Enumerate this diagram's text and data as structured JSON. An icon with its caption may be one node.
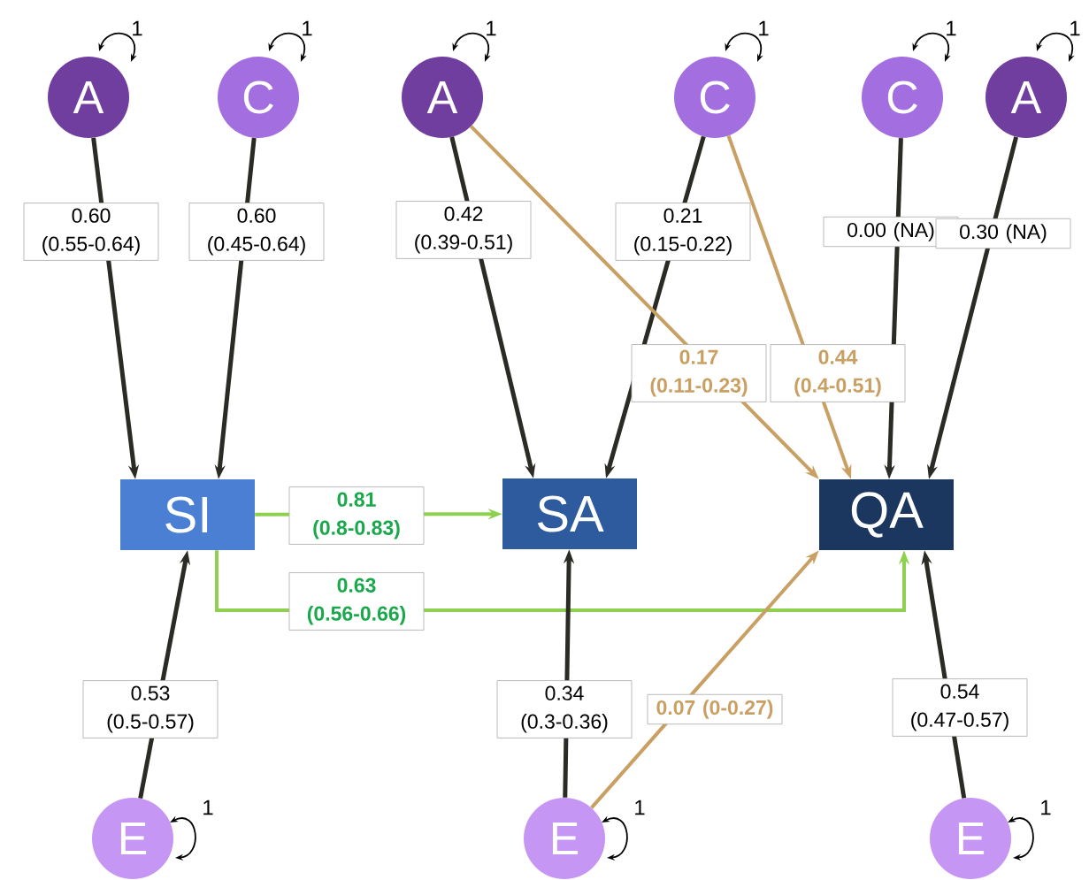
{
  "diagram": {
    "nodes": [
      {
        "text": [
          "A"
        ]
      },
      {
        "text": [
          "C"
        ]
      },
      {
        "text": [
          "A"
        ]
      },
      {
        "text": [
          "C"
        ]
      },
      {
        "text": [
          "C"
        ]
      },
      {
        "text": [
          "A"
        ]
      },
      {
        "text": [
          "SI"
        ]
      },
      {
        "text": [
          "SA"
        ]
      },
      {
        "text": [
          "QA"
        ]
      },
      {
        "text": [
          "E"
        ]
      },
      {
        "text": [
          "E"
        ]
      },
      {
        "text": [
          "E"
        ]
      }
    ],
    "edges": [
      {
        "from": 0,
        "to": 6,
        "arrow": "to",
        "label": "0.60 (0.55-0.64)"
      },
      {
        "from": 1,
        "to": 6,
        "arrow": "to",
        "label": "0.60 (0.45-0.64)"
      },
      {
        "from": 2,
        "to": 7,
        "arrow": "to",
        "label": "0.42 (0.39-0.51)"
      },
      {
        "from": 3,
        "to": 7,
        "arrow": "to",
        "label": "0.21 (0.15-0.22)"
      },
      {
        "from": 4,
        "to": 8,
        "arrow": "to",
        "label": "0.00 (NA)"
      },
      {
        "from": 5,
        "to": 8,
        "arrow": "to",
        "label": "0.30 (NA)"
      },
      {
        "from": 2,
        "to": 8,
        "arrow": "to",
        "label": "0.17 (0.11-0.23)",
        "color": "#c9a063"
      },
      {
        "from": 3,
        "to": 8,
        "arrow": "to",
        "label": "0.44 (0.4-0.51)",
        "color": "#c9a063"
      },
      {
        "from": 6,
        "to": 7,
        "arrow": "to",
        "label": "0.81 (0.8-0.83)",
        "color": "#8ed14f"
      },
      {
        "from": 6,
        "to": 8,
        "arrow": "to",
        "label": "0.63 (0.56-0.66)",
        "color": "#8ed14f"
      },
      {
        "from": 9,
        "to": 6,
        "arrow": "to",
        "label": "0.53 (0.5-0.57)"
      },
      {
        "from": 10,
        "to": 7,
        "arrow": "to",
        "label": "0.34 (0.3-0.36)"
      },
      {
        "from": 10,
        "to": 8,
        "arrow": "to",
        "label": "0.07 (0-0.27)",
        "color": "#c9a063"
      },
      {
        "from": 11,
        "to": 8,
        "arrow": "to",
        "label": "0.54 (0.47-0.57)"
      },
      {
        "from": 0,
        "to": 0,
        "arrow": "both",
        "label": "1"
      },
      {
        "from": 1,
        "to": 1,
        "arrow": "both",
        "label": "1"
      },
      {
        "from": 2,
        "to": 2,
        "arrow": "both",
        "label": "1"
      },
      {
        "from": 3,
        "to": 3,
        "arrow": "both",
        "label": "1"
      },
      {
        "from": 4,
        "to": 4,
        "arrow": "both",
        "label": "1"
      },
      {
        "from": 5,
        "to": 5,
        "arrow": "both",
        "label": "1"
      },
      {
        "from": 9,
        "to": 9,
        "arrow": "both",
        "label": "1"
      },
      {
        "from": 10,
        "to": 10,
        "arrow": "both",
        "label": "1"
      },
      {
        "from": 11,
        "to": 11,
        "arrow": "both",
        "label": "1"
      }
    ]
  }
}
